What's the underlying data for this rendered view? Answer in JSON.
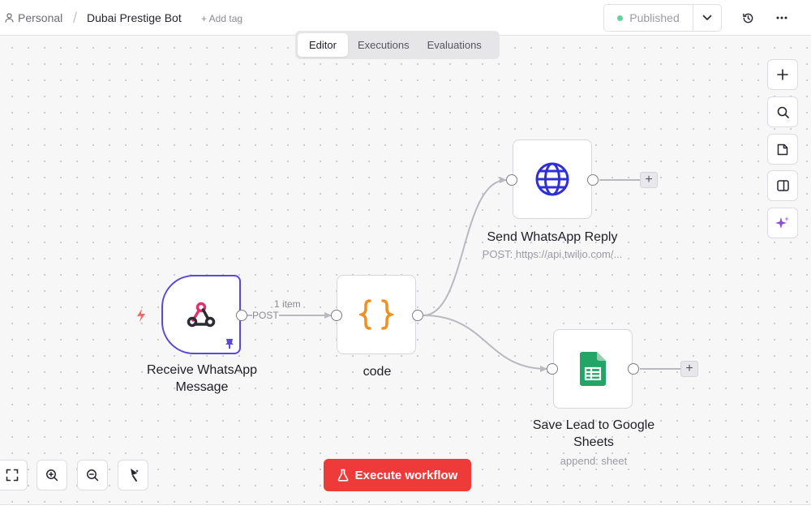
{
  "breadcrumb": {
    "project": "Personal",
    "workflow_name": "Dubai Prestige Bot",
    "add_tag": "+ Add tag"
  },
  "publish": {
    "label": "Published",
    "status_color": "#5bd69a"
  },
  "tabs": [
    {
      "label": "Editor",
      "active": true
    },
    {
      "label": "Executions",
      "active": false
    },
    {
      "label": "Evaluations",
      "active": false
    }
  ],
  "nodes": {
    "webhook": {
      "label": "Receive WhatsApp Message"
    },
    "code": {
      "label": "code"
    },
    "reply": {
      "label": "Send WhatsApp Reply",
      "subtitle": "POST: https://api.twilio.com/..."
    },
    "sheets": {
      "label": "Save Lead to Google Sheets",
      "subtitle": "append: sheet"
    }
  },
  "edge": {
    "items": "1 item",
    "method": "POST"
  },
  "execute_button": {
    "label": "Execute workflow"
  },
  "rail_icons": [
    "plus-icon",
    "search-icon",
    "sticky-note-icon",
    "panel-icon",
    "sparkle-icon"
  ],
  "zoom_icons": [
    "fit-view-icon",
    "zoom-in-icon",
    "zoom-out-icon",
    "tidy-up-icon"
  ],
  "colors": {
    "accent_red": "#ef3a3a",
    "trigger_border": "#5b48d6",
    "globe_blue": "#2f2fd8",
    "code_orange": "#f0901e",
    "sheets_green": "#23a566"
  }
}
